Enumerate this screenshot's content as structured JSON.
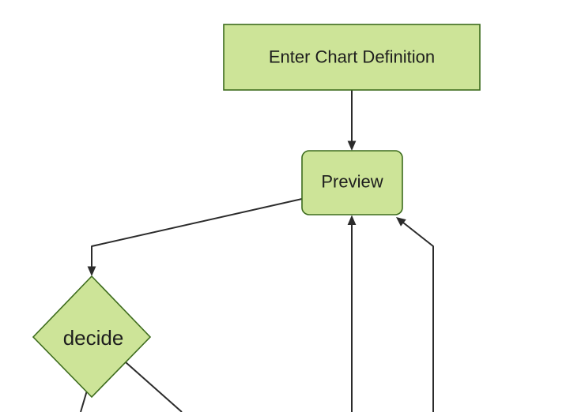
{
  "diagram": {
    "type": "flowchart",
    "nodes": [
      {
        "id": "enter-chart-definition",
        "label": "Enter Chart Definition",
        "shape": "rectangle"
      },
      {
        "id": "preview",
        "label": "Preview",
        "shape": "rounded-rectangle"
      },
      {
        "id": "decide",
        "label": "decide",
        "shape": "diamond"
      }
    ],
    "edges": [
      {
        "from": "enter-chart-definition",
        "to": "preview",
        "arrowhead": true
      },
      {
        "from": "preview",
        "to": "decide",
        "arrowhead": true
      },
      {
        "from": "offscreen-bottom",
        "to": "preview",
        "arrowhead": true
      },
      {
        "from": "offscreen-bottom-right",
        "to": "preview",
        "arrowhead": true
      },
      {
        "from": "decide",
        "to": "offscreen-bottom-left",
        "arrowhead": false
      },
      {
        "from": "decide",
        "to": "offscreen-bottom-right",
        "arrowhead": false
      }
    ],
    "colors": {
      "background": "#ffffff",
      "node_fill": "#cde498",
      "node_border": "#3d6c1d",
      "edge_line": "#2b2b2b",
      "label_text": "#1d1d1d"
    }
  }
}
